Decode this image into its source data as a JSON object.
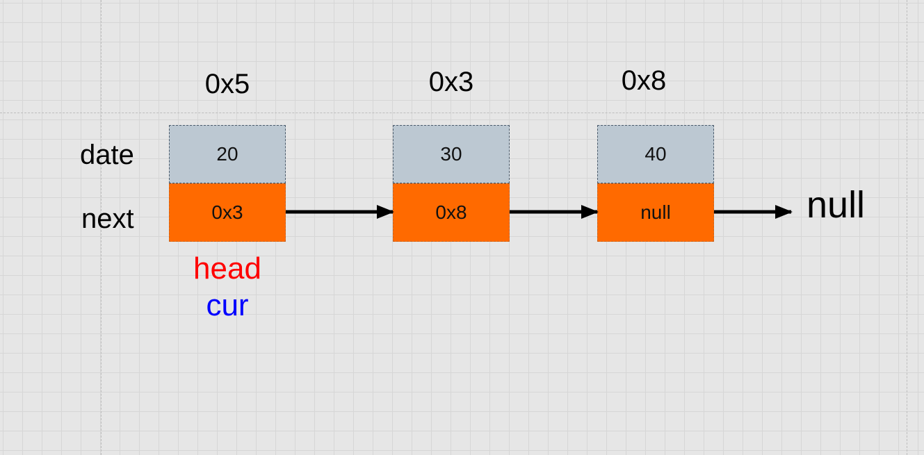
{
  "labels": {
    "data_row": "date",
    "next_row": "next"
  },
  "nodes": [
    {
      "address": "0x5",
      "data": "20",
      "next": "0x3"
    },
    {
      "address": "0x3",
      "data": "30",
      "next": "0x8"
    },
    {
      "address": "0x8",
      "data": "40",
      "next": "null"
    }
  ],
  "terminal": "null",
  "pointers": {
    "head": "head",
    "cur": "cur"
  },
  "colors": {
    "data_cell": "#bcc8d2",
    "next_cell": "#ff6a00",
    "arrow": "#000000",
    "head_text": "#ff0000",
    "cur_text": "#0000ff",
    "background": "#e6e6e6"
  }
}
